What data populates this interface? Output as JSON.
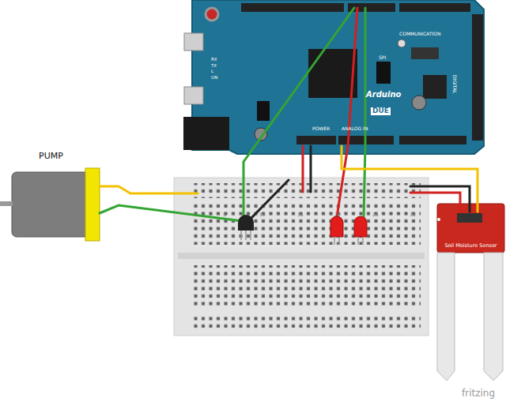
{
  "diagram": {
    "nodes": [
      {
        "text": [
          "PUMP"
        ]
      },
      {
        "text": [
          "Arduino",
          "DUE"
        ]
      },
      {
        "text": [
          "Soil Moisture Sensor"
        ]
      }
    ],
    "labels": [
      "COMMUNICATION",
      "SPI",
      "POWER",
      "ANALOG IN",
      "DIGITAL",
      "ON",
      "TX",
      "RX",
      "L",
      "1",
      "5",
      "10",
      "15",
      "20",
      "25",
      "30",
      "fritzing"
    ]
  }
}
